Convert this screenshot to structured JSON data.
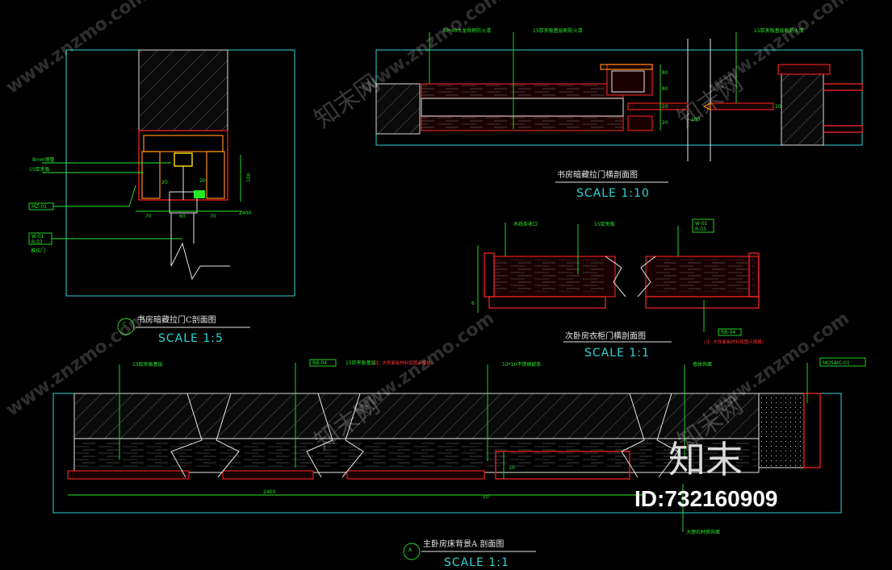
{
  "drawings": {
    "top_left": {
      "title": "书房暗藏拉门C剖面图",
      "scale": "SCALE  1:5",
      "tag_letter": "C",
      "labels": [
        "8mm钢管",
        "15厚夹板",
        "MZ-01",
        "W-01",
        "R-03",
        "推拉门"
      ],
      "dims": [
        "20",
        "20",
        "100",
        "70",
        "60",
        "70",
        "2400"
      ]
    },
    "top_right": {
      "title": "书房暗藏拉门横剖面图",
      "scale": "SCALE   1:10",
      "labels": [
        "30*40木龙骨刷防火漆",
        "15厚夹板基层刷防火漆",
        "15厚夹板基层刷防火漆"
      ],
      "dims": [
        "80",
        "80",
        "20",
        "20",
        "100",
        "20"
      ]
    },
    "middle_right": {
      "title": "次卧房衣柜门横剖面图",
      "scale": "SCALE   1:1",
      "labels": [
        "木线条收口",
        "15厚夹板",
        "W-01",
        "R-03",
        "RB-04",
        "(注: 木饰面板材料按图示规格)"
      ],
      "dims": [
        "6"
      ]
    },
    "bottom": {
      "title": "主卧房床背景A 剖面图",
      "scale": "SCALE   1:1",
      "tag_letter": "A",
      "labels": [
        "15厚夹板基层",
        "RB-04",
        "15厚夹板基层",
        "(注: 木饰面板材料按图示规格)",
        "10*10不锈钢嵌条",
        "墙体饰面",
        "MOSAIC-01",
        "大理石材质饰面"
      ],
      "dims": [
        "2400",
        "10",
        "10"
      ]
    }
  },
  "watermarks": {
    "site": "www.znzmo.com",
    "brand_cn": "知末网",
    "logo_cn": "知末",
    "id": "ID:732160909"
  }
}
